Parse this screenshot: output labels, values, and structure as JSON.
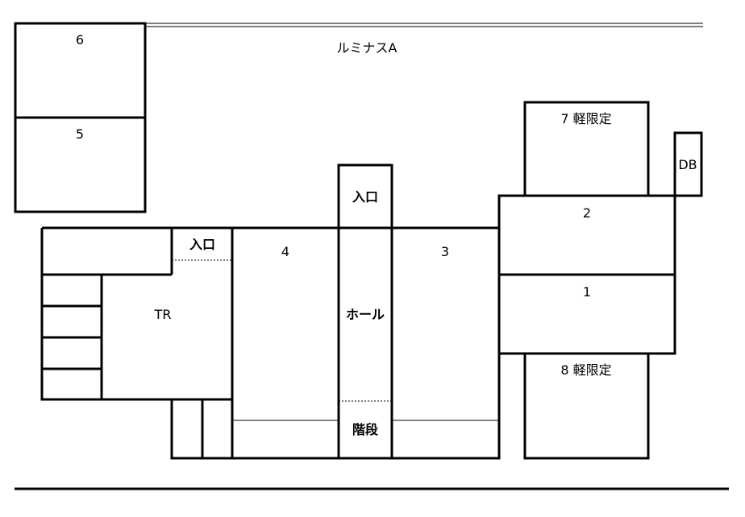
{
  "title": "ルミナスA",
  "spaces": {
    "s6": "6",
    "s5": "5",
    "s7": "7 軽限定",
    "s8": "8 軽限定",
    "db": "DB",
    "s2": "2",
    "s1": "1",
    "s3": "3",
    "s4": "4",
    "tr": "TR",
    "entrance_top": "入口",
    "entrance_left": "入口",
    "hall": "ホール",
    "stairs": "階段"
  }
}
